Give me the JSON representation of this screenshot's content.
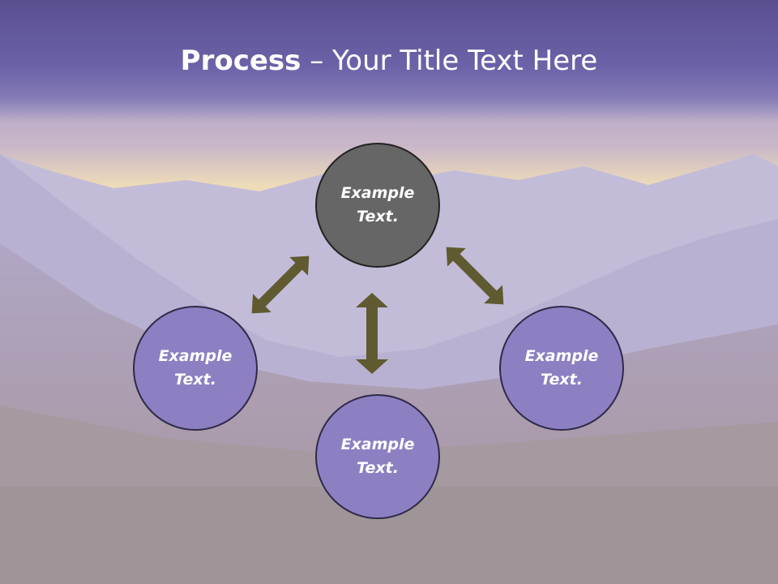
{
  "title": {
    "bold": "Process",
    "separator": " – ",
    "rest": "Your Title Text Here"
  },
  "nodes": {
    "top": {
      "line1": "Example",
      "line2": "Text."
    },
    "left": {
      "line1": "Example",
      "line2": "Text."
    },
    "right": {
      "line1": "Example",
      "line2": "Text."
    },
    "bottom": {
      "line1": "Example",
      "line2": "Text."
    }
  },
  "colors": {
    "title_band": "#6b62a8",
    "center_node": "#666666",
    "outer_node": "#8c80c2",
    "arrow": "#5f5a30",
    "text": "#ffffff"
  }
}
